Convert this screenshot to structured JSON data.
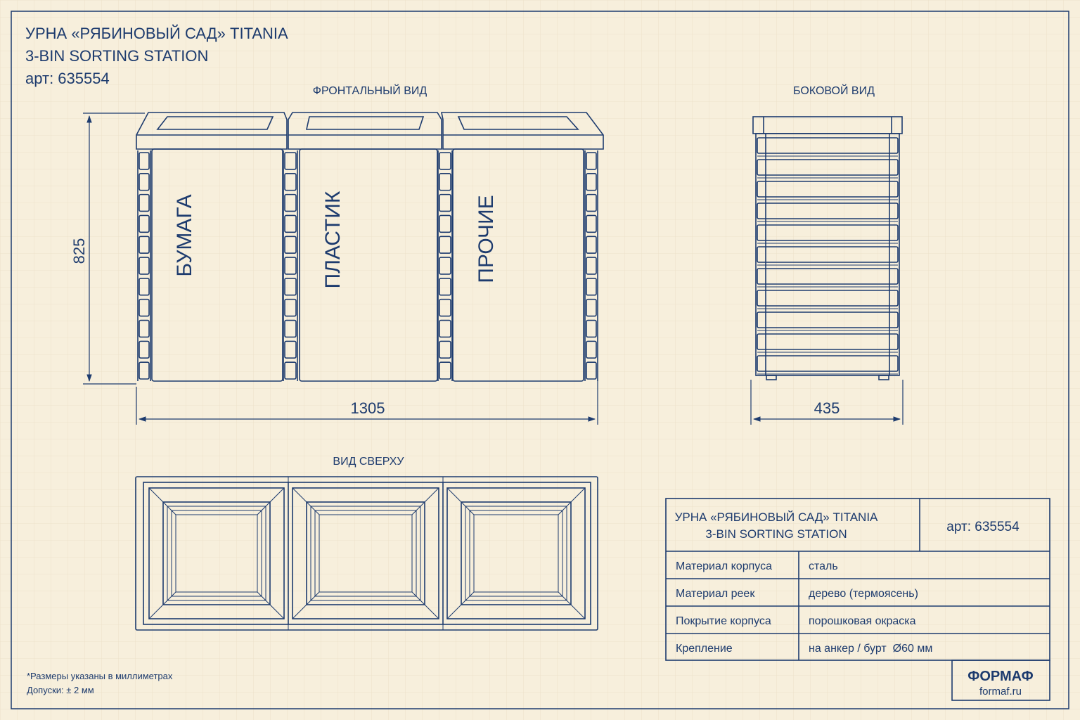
{
  "header": {
    "title_line1": "УРНА «РЯБИНОВЫЙ САД» TITANIA",
    "title_line2": "3-BIN SORTING STATION",
    "article": "арт: 635554"
  },
  "views": {
    "front": "ФРОНТАЛЬНЫЙ ВИД",
    "side": "БОКОВОЙ ВИД",
    "top": "ВИД СВЕРХУ"
  },
  "bins": [
    "БУМАГА",
    "ПЛАСТИК",
    "ПРОЧИЕ"
  ],
  "dimensions": {
    "height": "825",
    "width": "1305",
    "depth": "435"
  },
  "title_block": {
    "title_line1": "УРНА «РЯБИНОВЫЙ САД» TITANIA",
    "title_line2": "3-BIN SORTING STATION",
    "article": "арт: 635554",
    "rows": [
      {
        "label": "Материал корпуса",
        "value": "сталь"
      },
      {
        "label": "Материал реек",
        "value": "дерево (термоясень)"
      },
      {
        "label": "Покрытие корпуса",
        "value": "порошковая окраска"
      },
      {
        "label": "Крепление",
        "value": "на анкер / бурт  Ø60 мм"
      }
    ],
    "brand": "ФОРМАФ",
    "website": "formaf.ru"
  },
  "notes": {
    "note1": "*Размеры указаны в миллиметрах",
    "note2": "Допуски: ± 2 мм"
  },
  "colors": {
    "paper": "#f7efdc",
    "ink": "#1d3b6e",
    "grid": "#e8dcc3"
  }
}
